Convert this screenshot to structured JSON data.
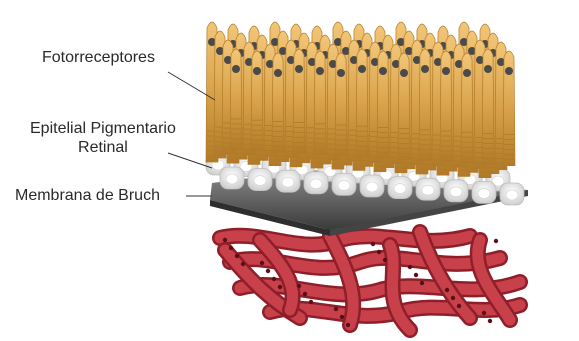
{
  "labels": {
    "photoreceptors": "Fotorreceptores",
    "rpe_line1": "Epitelial Pigmentario",
    "rpe_line2": "Retinal",
    "bruch": "Membrana de Bruch"
  },
  "colors": {
    "photoreceptor": "#d9a24a",
    "photoreceptor_dark": "#b07a28",
    "nucleus": "#4a4a4a",
    "rpe_cell": "#f2f2f2",
    "membrane": "#5a5a5a",
    "choroid": "#c8404a",
    "choroid_dark": "#8e1f2a",
    "leader": "#333333"
  }
}
